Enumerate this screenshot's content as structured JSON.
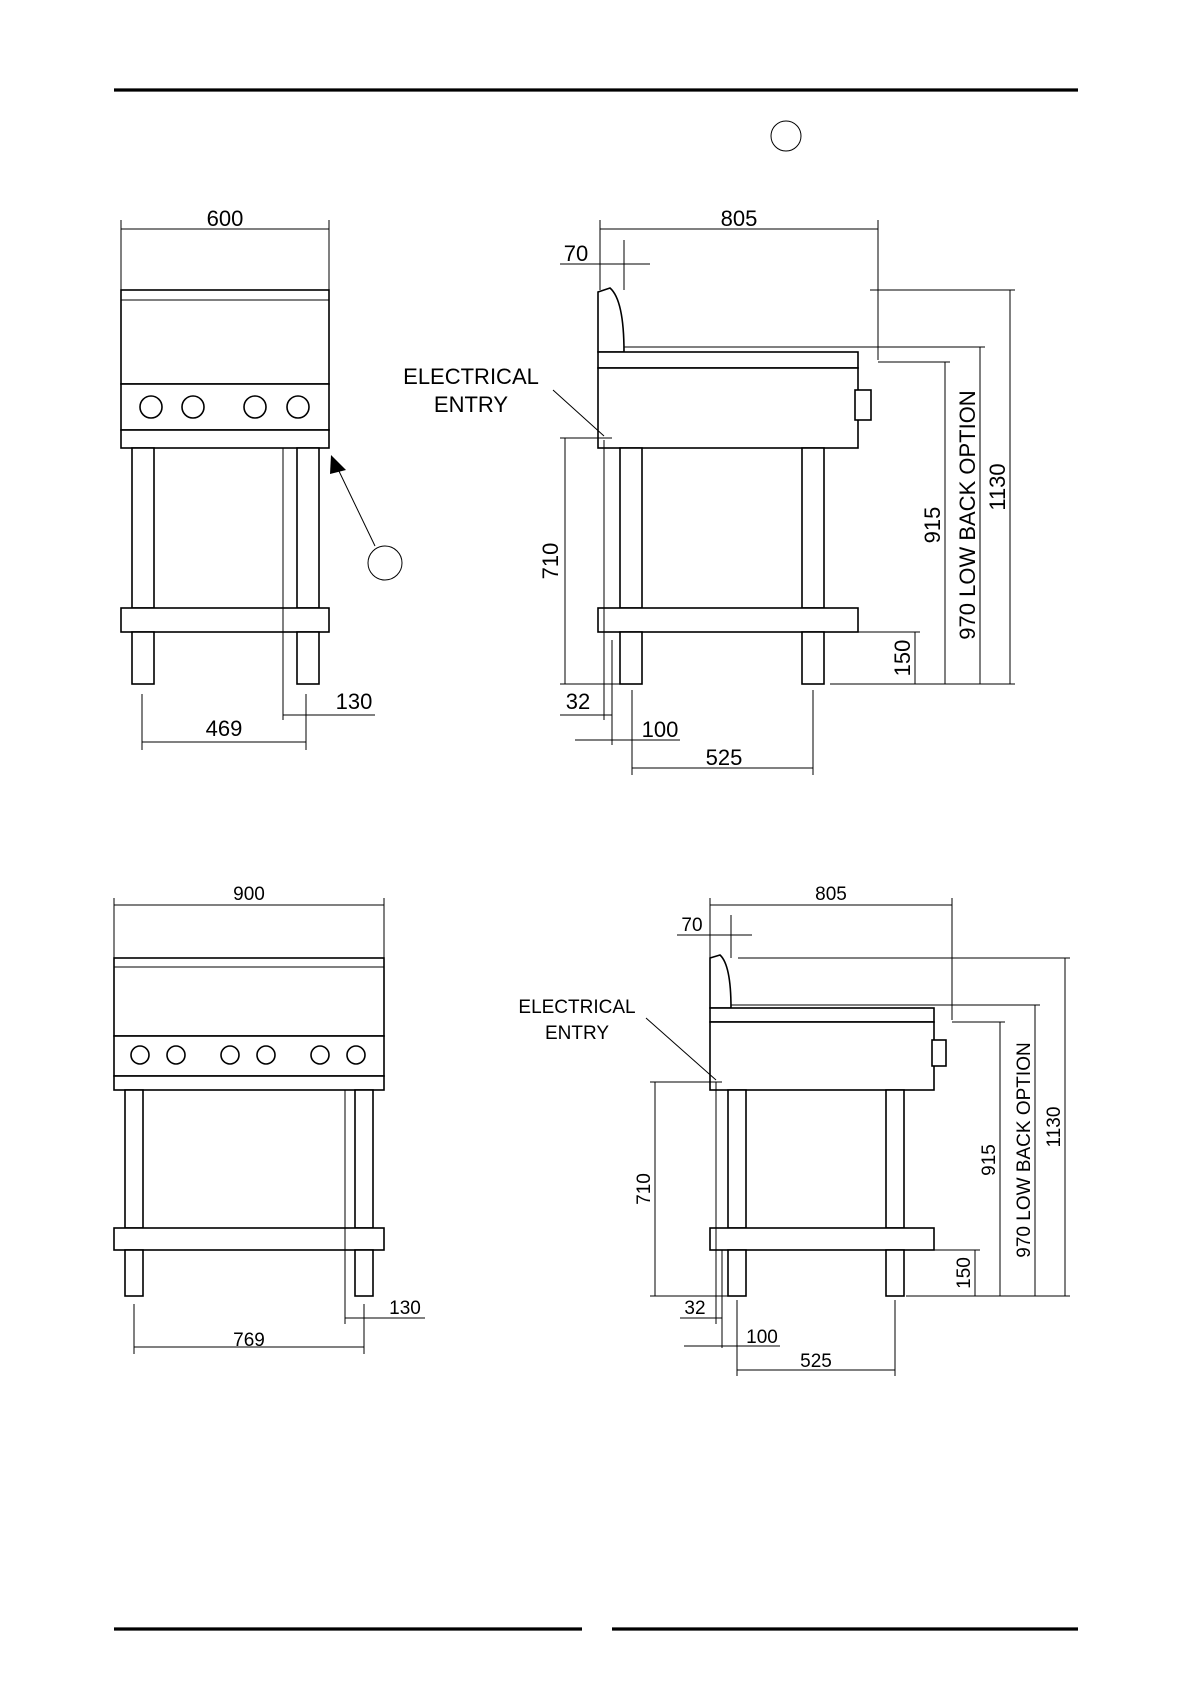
{
  "drawing_a": {
    "front": {
      "width": "600",
      "leg_centres": "469",
      "leg_offset": "130"
    },
    "side": {
      "depth": "805",
      "backsplash": "70",
      "stand_height": "710",
      "leg_inset": "32",
      "leg_to_front": "100",
      "leg_centres": "525",
      "shelf_height": "150",
      "worktop": "915",
      "low_back": "970 LOW BACK OPTION",
      "overall": "1130"
    },
    "entry_line1": "ELECTRICAL",
    "entry_line2": "ENTRY"
  },
  "drawing_b": {
    "front": {
      "width": "900",
      "leg_centres": "769",
      "leg_offset": "130"
    },
    "side": {
      "depth": "805",
      "backsplash": "70",
      "stand_height": "710",
      "leg_inset": "32",
      "leg_to_front": "100",
      "leg_centres": "525",
      "shelf_height": "150",
      "worktop": "915",
      "low_back": "970 LOW BACK OPTION",
      "overall": "1130"
    },
    "entry_line1": "ELECTRICAL",
    "entry_line2": "ENTRY"
  },
  "icons": {
    "callout": "callout-circle-icon"
  }
}
